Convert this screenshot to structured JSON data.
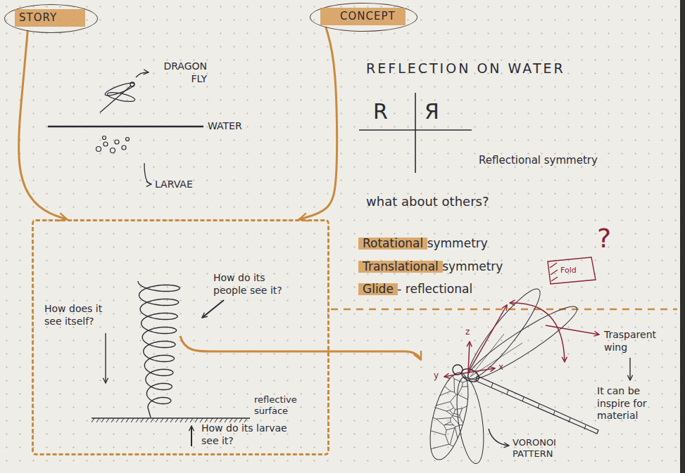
{
  "diagram": {
    "nodes": [
      {
        "text": [
          "STORY"
        ]
      },
      {
        "text": [
          "CONCEPT"
        ]
      },
      {
        "text": [
          "How does it see itself?",
          "How do its people see it?",
          "reflective surface",
          "How do its larvae see it?"
        ]
      }
    ],
    "edges": [
      {
        "from": 0,
        "to": 2,
        "arrow": "to"
      },
      {
        "from": 1,
        "to": 2,
        "arrow": "to"
      }
    ],
    "labels": [
      "DRAGON FLY",
      "WATER",
      "LARVAE",
      "REFLECTION ON WATER",
      "R",
      "Я",
      "Reflectional symmetry",
      "what about others?",
      "Rotational symmetry",
      "Translational symmetry",
      "Glide - reflectional",
      "Fold",
      "?",
      "z",
      "y",
      "x",
      "Trasparent wing",
      "It can be inspire for material",
      "VORONOI PATTERN"
    ]
  }
}
